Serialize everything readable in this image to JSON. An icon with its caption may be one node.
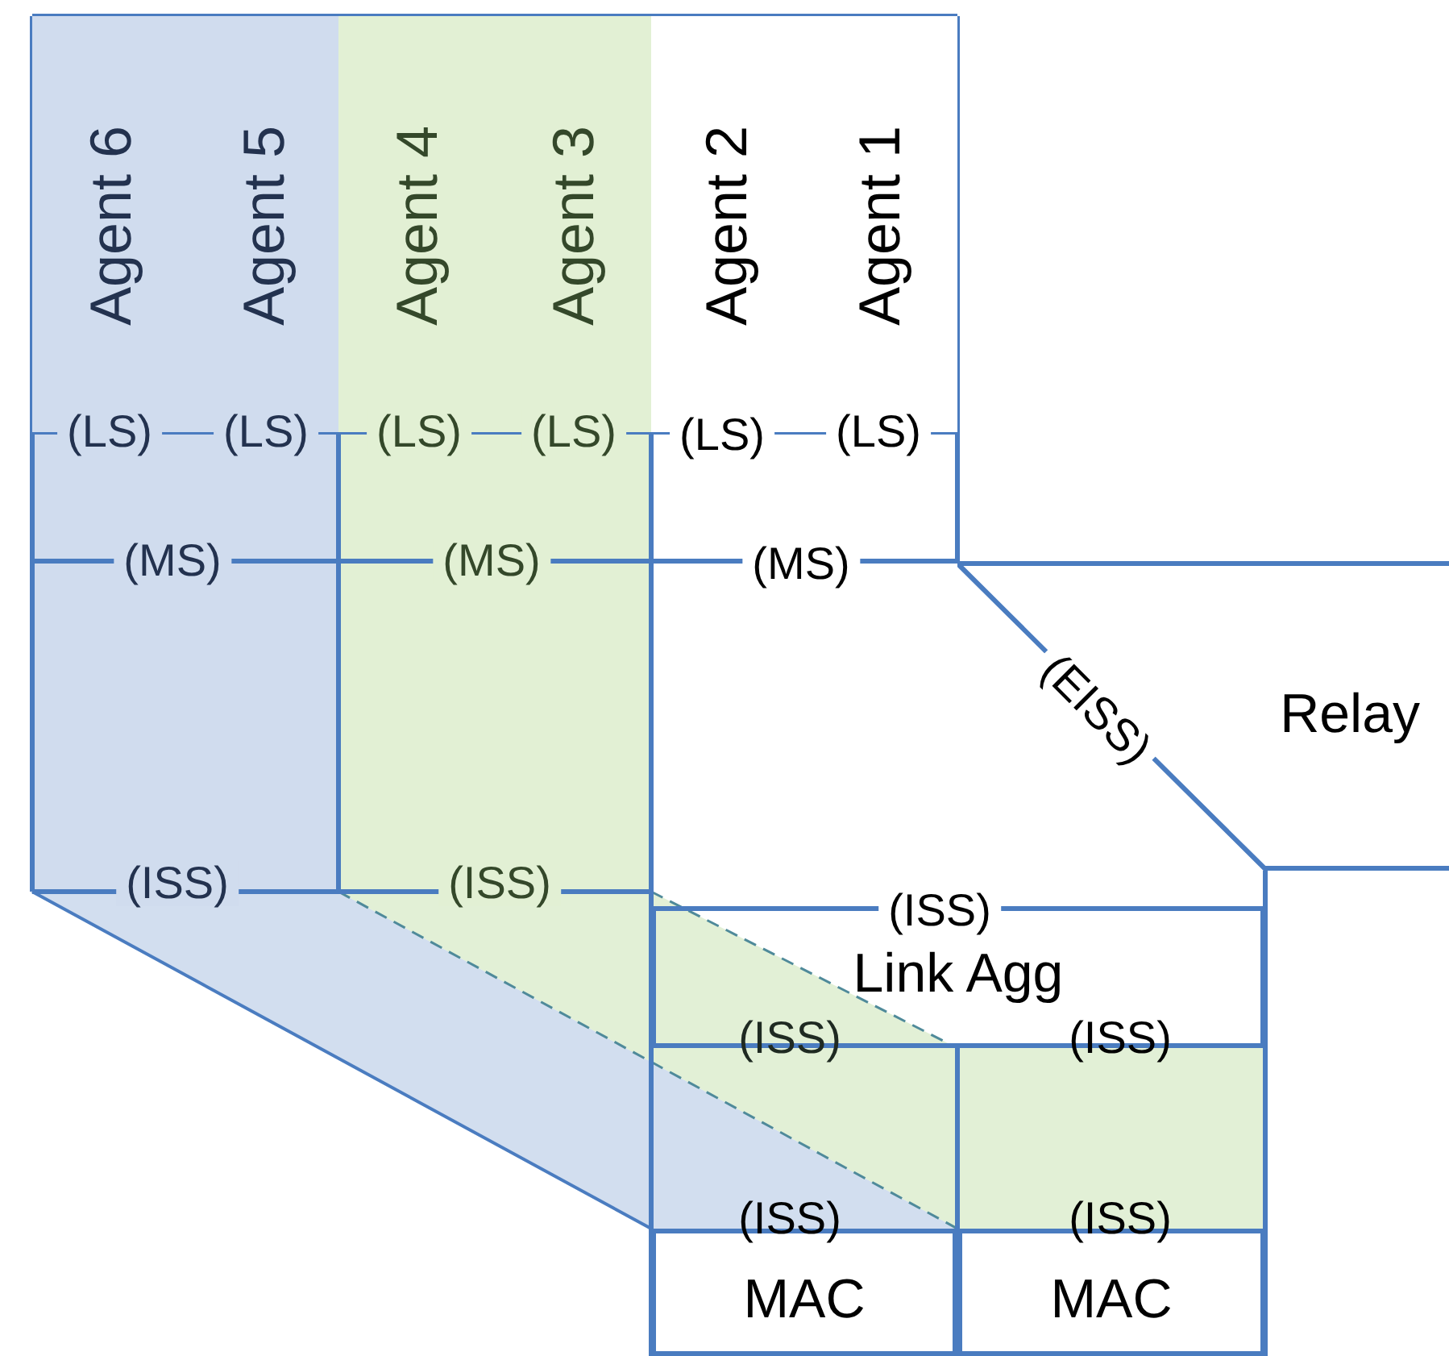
{
  "diagram": {
    "nodes": [
      {
        "text": [
          "Agent 6"
        ]
      },
      {
        "text": [
          "Agent 5"
        ]
      },
      {
        "text": [
          "Agent 4"
        ]
      },
      {
        "text": [
          "Agent 3"
        ]
      },
      {
        "text": [
          "Agent 2"
        ]
      },
      {
        "text": [
          "Agent 1"
        ]
      },
      {
        "text": [
          "Relay"
        ]
      },
      {
        "text": [
          "Link Agg"
        ]
      },
      {
        "text": [
          "MAC"
        ]
      },
      {
        "text": [
          "MAC"
        ]
      }
    ],
    "labels": [
      "(LS)",
      "(LS)",
      "(LS)",
      "(LS)",
      "(LS)",
      "(LS)",
      "(MS)",
      "(MS)",
      "(MS)",
      "(EISS)",
      "(ISS)",
      "(ISS)",
      "(ISS)",
      "(ISS)",
      "(ISS)",
      "(ISS)",
      "(ISS)"
    ]
  }
}
